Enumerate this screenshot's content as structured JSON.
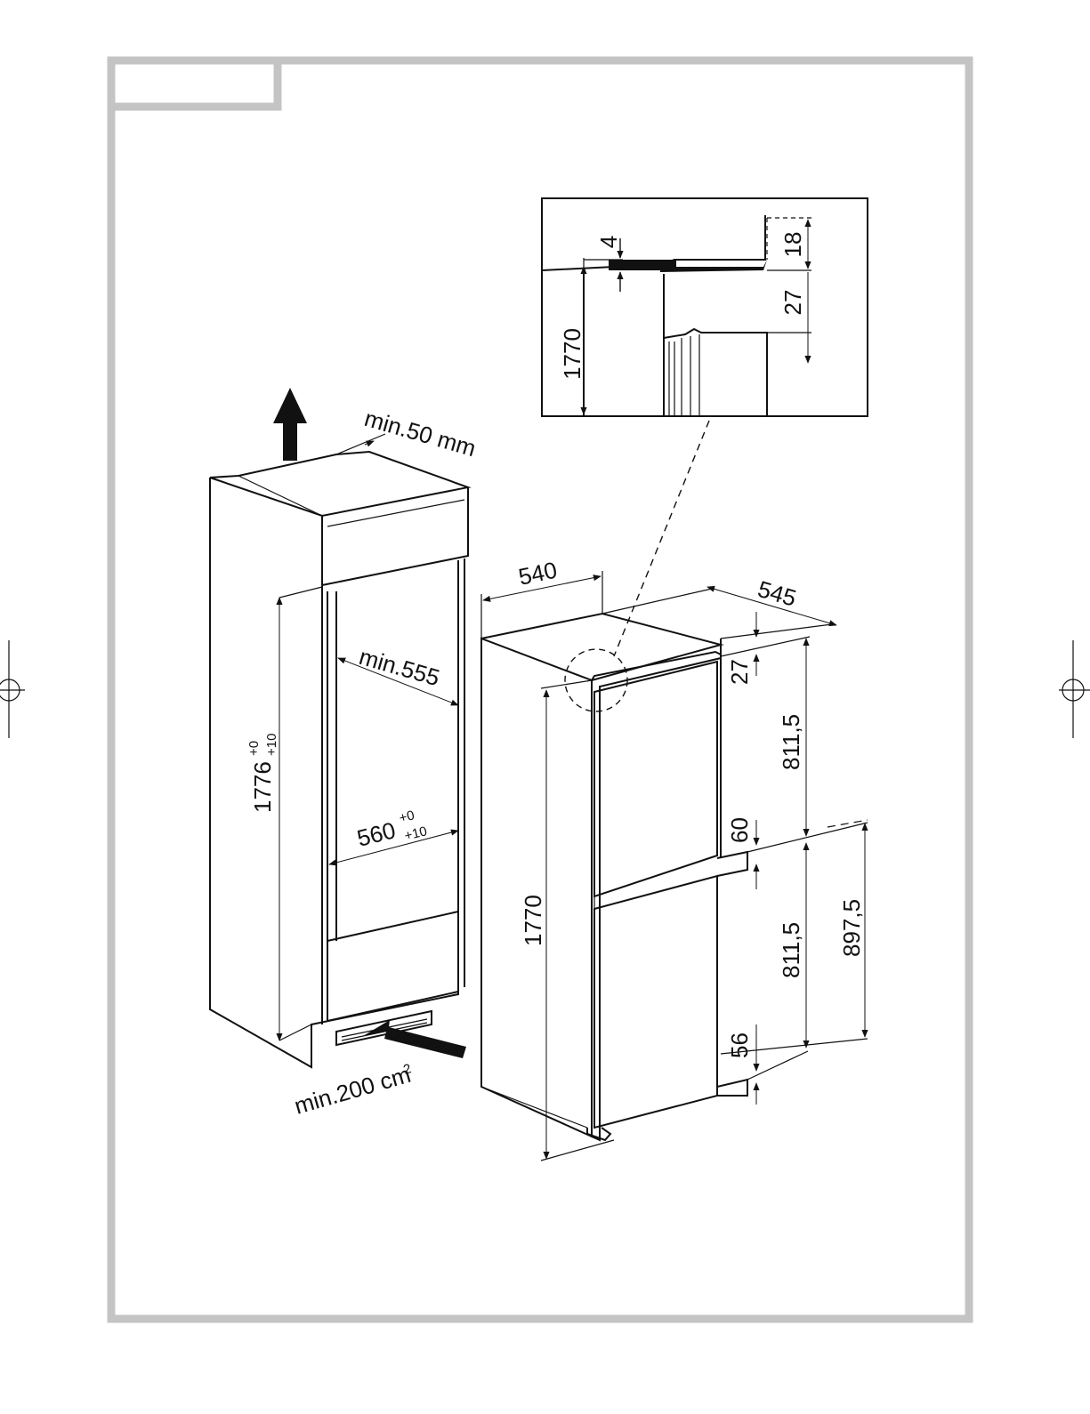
{
  "colors": {
    "frame": "#c4c4c4",
    "ink": "#111111",
    "background": "#ffffff"
  },
  "detail": {
    "height_label": "1770",
    "gap_label": "4",
    "top_offset_label": "18",
    "hinge_offset_label": "27"
  },
  "niche": {
    "vent_top_label": "min.50 mm",
    "depth_label": "min.555",
    "height_label": "1776",
    "height_tol_upper": "+0",
    "height_tol_lower": "+10",
    "width_label": "560",
    "width_tol_upper": "+0",
    "width_tol_lower": "+10",
    "vent_bottom_label": "min.200 cm",
    "vent_bottom_exp": "2"
  },
  "appliance": {
    "width_label": "540",
    "depth_label": "545",
    "height_label": "1770",
    "top_gap_label": "27",
    "upper_door_label": "811,5",
    "middle_gap_label": "60",
    "lower_door_label": "811,5",
    "lower_section_label": "897,5",
    "bottom_gap_label": "56"
  }
}
